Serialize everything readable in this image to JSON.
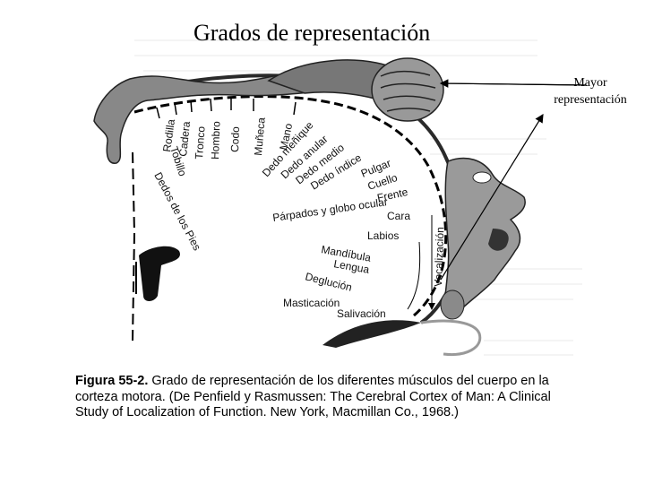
{
  "slide": {
    "title": "Grados de representación",
    "callout_line1": "Mayor",
    "callout_line2": "representación"
  },
  "figure": {
    "labels": [
      "Dedos de los Pies",
      "Tobillo",
      "Rodilla",
      "Cadera",
      "Tronco",
      "Hombro",
      "Codo",
      "Muñeca",
      "Mano",
      "Dedo meñique",
      "Dedo anular",
      "Dedo medio",
      "Dedo índice",
      "Pulgar",
      "Cuello",
      "Frente",
      "Párpados y globo ocular",
      "Cara",
      "Labios",
      "Mandíbula",
      "Lengua",
      "Deglución",
      "Masticación",
      "Salivación",
      "Vocalización"
    ],
    "caption_number": "Figura 55-2.",
    "caption_text": "Grado de representación de los diferentes músculos del cuerpo en la corteza motora. (De Penfield y Rasmussen: The Cerebral Cortex of Man: A Clinical Study of Localization of Function. New York, Macmillan Co., 1968.)"
  }
}
